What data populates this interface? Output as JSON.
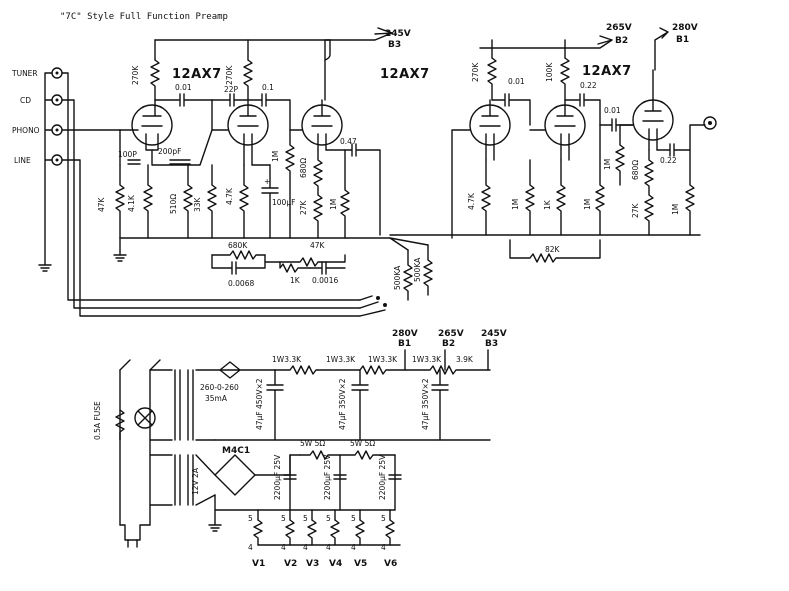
{
  "title": "\"7C\" Style Full Function Preamp",
  "inputs": [
    "TUNER",
    "CD",
    "PHONO",
    "LINE"
  ],
  "tubes": [
    "12AX7",
    "12AX7",
    "12AX7"
  ],
  "rails": {
    "b3": {
      "volts": "245V",
      "name": "B3"
    },
    "b2": {
      "volts": "265V",
      "name": "B2"
    },
    "b1": {
      "volts": "280V",
      "name": "B1"
    },
    "ps_b1": {
      "volts": "280V",
      "name": "B1"
    },
    "ps_b2": {
      "volts": "265V",
      "name": "B2"
    },
    "ps_b3": {
      "volts": "245V",
      "name": "B3"
    }
  },
  "stage1": {
    "plate_r1": "270K",
    "plate_r2": "270K",
    "coupling1": "0.01",
    "cap_22p": "22P",
    "coupling2": "0.1",
    "cap_100p": "100P",
    "cap_200pf": "200pF",
    "r_47k": "47K",
    "r_4_1k": "4.1K",
    "r_510": "510Ω",
    "r_33k": "33K",
    "r_4_7k": "4.7K",
    "cap_100uf": "100µF"
  },
  "stage2": {
    "r_1m_a": "1M",
    "r_680": "680Ω",
    "cap_047": "0.47",
    "r_27k": "27K",
    "r_1m_b": "1M"
  },
  "eq": {
    "r_680k": "680K",
    "c_00068": "0.0068",
    "r_47k": "47K",
    "r_1k": "1K",
    "c_00016": "0.0016",
    "pot1": "500KA",
    "pot2": "500KA"
  },
  "tone": {
    "r_270k": "270K",
    "c_001": "0.01",
    "r_100k": "100K",
    "c_022a": "0.22",
    "r_4_7k": "4.7K",
    "r_1m_a": "1M",
    "r_1k": "1K",
    "r_1m_b": "1M",
    "r_82k": "82K"
  },
  "output": {
    "c_001": "0.01",
    "r_1m": "1M",
    "r_680": "680Ω",
    "c_022": "0.22",
    "r_27k": "27K",
    "r_1m_b": "1M"
  },
  "psu": {
    "fuse": "0.5A FUSE",
    "transformer": "260-0-260",
    "current": "35mA",
    "heater_xfmr": "12V 2A",
    "bridge": "M4C1",
    "r1": "1W3.3K",
    "r2": "1W3.3K",
    "r3": "1W3.3K",
    "r4": "1W3.3K",
    "r5": "3.9K",
    "c1": "47µF 450V×2",
    "c2": "47µF 350V×2",
    "c3": "47µF 350V×2",
    "h_r1": "5W 5Ω",
    "h_r2": "5W 5Ω",
    "h_c1": "2200µF 25V",
    "h_c2": "2200µF 25V",
    "h_c3": "2200µF 25V",
    "pin_top": [
      "5",
      "5",
      "5",
      "5",
      "5",
      "5"
    ],
    "pin_bottom": [
      "4",
      "4",
      "4",
      "4",
      "4",
      "4"
    ],
    "valves": [
      "V1",
      "V2",
      "V3",
      "V4",
      "V5",
      "V6"
    ]
  }
}
